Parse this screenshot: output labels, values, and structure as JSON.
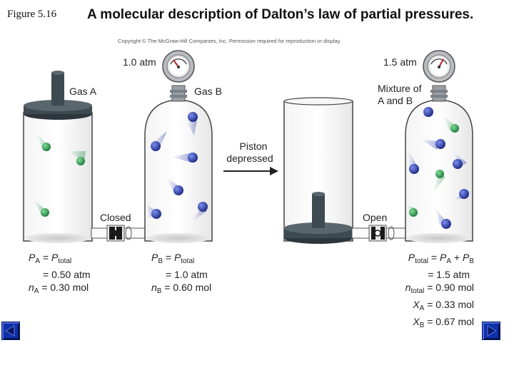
{
  "header": {
    "figure_label": "Figure 5.16",
    "title": "A molecular description of Dalton’s law of partial pressures.",
    "copyright": "Copyright © The McGraw-Hill Companies, Inc. Permission required for reproduction or display."
  },
  "left_setup": {
    "gas_a_label": "Gas A",
    "gas_b_label": "Gas B",
    "gauge_reading": "1.0 atm",
    "valve_state": "Closed",
    "gas_a_equations": {
      "line1_sym": "P",
      "line1_sub": "A",
      "line1_rhs_sym": "P",
      "line1_rhs_sub": "total",
      "line2": "= 0.50 atm",
      "line3_sym": "n",
      "line3_sub": "A",
      "line3_rhs": "= 0.30 mol"
    },
    "gas_b_equations": {
      "line1_sym": "P",
      "line1_sub": "B",
      "line1_rhs_sym": "P",
      "line1_rhs_sub": "total",
      "line2": "= 1.0 atm",
      "line3_sym": "n",
      "line3_sub": "B",
      "line3_rhs": "= 0.60 mol"
    }
  },
  "arrow_label_line1": "Piston",
  "arrow_label_line2": "depressed",
  "right_setup": {
    "gauge_reading": "1.5 atm",
    "mixture_label_line1": "Mixture of",
    "mixture_label_line2": "A and B",
    "valve_state": "Open",
    "equations": {
      "l1_lhs_sym": "P",
      "l1_lhs_sub": "total",
      "l1_mid": "= ",
      "l1_pa_sym": "P",
      "l1_pa_sub": "A",
      "l1_plus": " + ",
      "l1_pb_sym": "P",
      "l1_pb_sub": "B",
      "l2": "= 1.5 atm",
      "l3_sym": "n",
      "l3_sub": "total",
      "l3_rhs": "= 0.90 mol",
      "l4_sym": "X",
      "l4_sub": "A",
      "l4_rhs": "= 0.33 mol",
      "l5_sym": "X",
      "l5_sub": "B",
      "l5_rhs": "= 0.67 mol"
    }
  },
  "colors": {
    "gas_a": "#2e9a4e",
    "gas_b": "#2d3fa8",
    "piston": "#3e4a52",
    "nav_button": "#1030a8"
  },
  "navigation": {
    "prev_icon": "arrow-left-icon",
    "next_icon": "arrow-right-icon"
  }
}
